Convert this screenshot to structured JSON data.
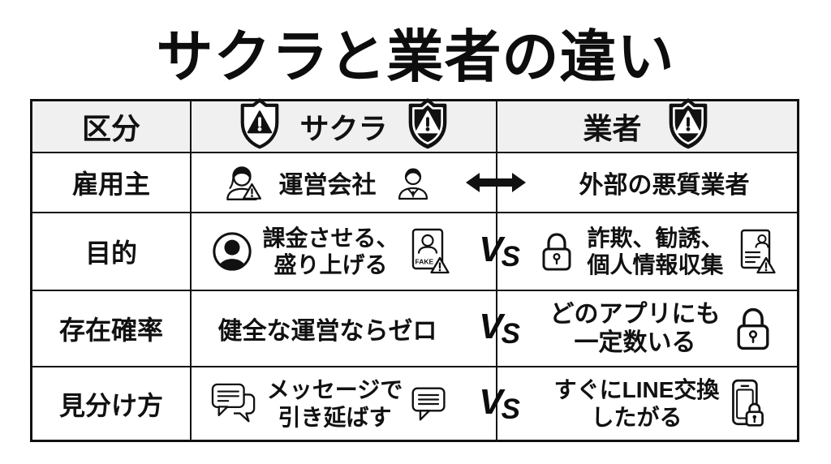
{
  "title": "サクラと業者の違い",
  "colors": {
    "ink": "#111111",
    "header_bg": "#f0f0f0",
    "background": "#ffffff"
  },
  "vs_label": {
    "v": "V",
    "s": "S"
  },
  "table": {
    "header": {
      "category": "区分",
      "sakura": "サクラ",
      "vendor": "業者"
    },
    "rows": [
      {
        "label": "雇用主",
        "sakura_lines": [
          "運営会社"
        ],
        "vendor_lines": [
          "外部の悪質業者"
        ]
      },
      {
        "label": "目的",
        "sakura_lines": [
          "課金させる、",
          "盛り上げる"
        ],
        "fake_card_label": "FAKE",
        "vendor_lines": [
          "詐欺、勧誘、",
          "個人情報収集"
        ]
      },
      {
        "label": "存在確率",
        "sakura_lines": [
          "健全な運営ならゼロ"
        ],
        "vendor_lines": [
          "どのアプリにも",
          "一定数いる"
        ]
      },
      {
        "label": "見分け方",
        "sakura_lines": [
          "メッセージで",
          "引き延ばす"
        ],
        "vendor_lines": [
          "すぐにLINE交換",
          "したがる"
        ]
      }
    ]
  },
  "icons": {
    "sakura_header_left": "shield-warning-outline-icon",
    "sakura_header_right": "shield-warning-filled-icon",
    "vendor_header_right": "shield-warning-filled-icon",
    "employer_sakura": [
      "woman-warning-icon",
      "businessman-icon"
    ],
    "employer_connector": "double-arrow-icon",
    "purpose_sakura": [
      "avatar-silhouette-icon",
      "fake-id-card-icon"
    ],
    "purpose_vendor": [
      "padlock-icon",
      "document-warning-icon"
    ],
    "probability_vendor": [
      "padlock-icon"
    ],
    "identify_sakura": [
      "chat-bubbles-icon",
      "chat-bubble-icon"
    ],
    "identify_vendor": [
      "phone-lock-icon"
    ]
  }
}
